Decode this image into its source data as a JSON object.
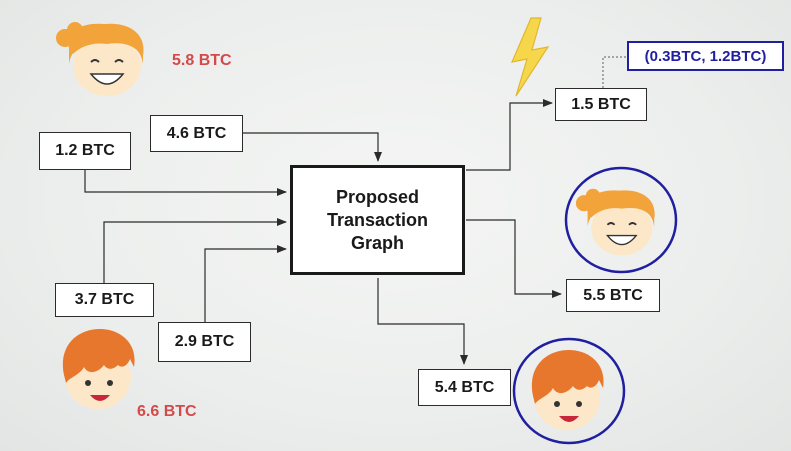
{
  "colors": {
    "line": "#2b2b2b",
    "ring": "#1f1fa0",
    "amount_red": "#d24a4a",
    "range_blue": "#1f1fa0",
    "girl_hair": "#f2a33a",
    "boy_hair": "#e8772e",
    "skin": "#fde7c9",
    "bolt": "#f6d64a"
  },
  "main": {
    "line1": "Proposed",
    "line2": "Transaction",
    "line3": "Graph"
  },
  "inputs": {
    "in_1": "1.2 BTC",
    "in_2": "4.6 BTC",
    "in_3": "3.7 BTC",
    "in_4": "2.9 BTC"
  },
  "outputs": {
    "out_1": "1.5 BTC",
    "out_2": "5.5 BTC",
    "out_3": "5.4 BTC"
  },
  "range": "(0.3BTC, 1.2BTC)",
  "girl_amount": "5.8 BTC",
  "boy_amount": "6.6 BTC",
  "icons": [
    "girl-face-icon",
    "boy-face-icon",
    "lightning-icon"
  ]
}
